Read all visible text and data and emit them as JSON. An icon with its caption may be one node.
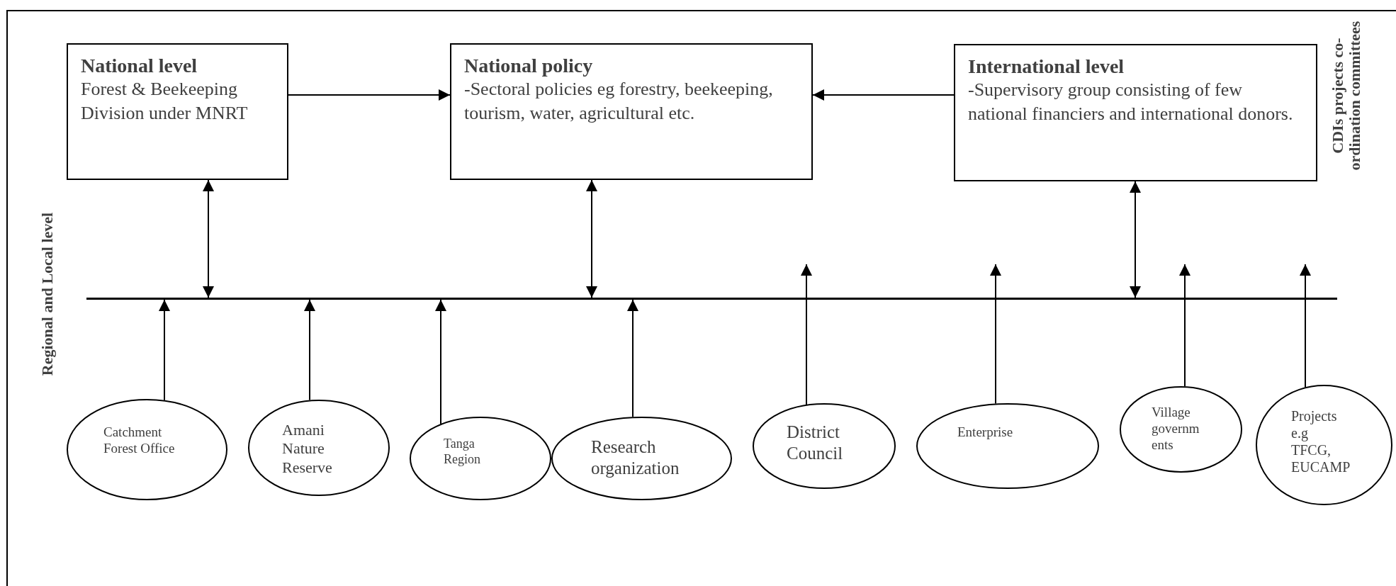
{
  "diagram": {
    "nodes": [
      {
        "text": [
          "National level",
          "Forest & Beekeeping Division under MNRT"
        ]
      },
      {
        "text": [
          "National policy",
          "-Sectoral policies eg forestry, beekeeping, tourism, water, agricultural etc."
        ]
      },
      {
        "text": [
          "International level",
          "-Supervisory group consisting of few national financiers and international donors."
        ]
      },
      {
        "text": [],
        "shape": "bar"
      },
      {
        "text": [
          "Catchment Forest Office"
        ]
      },
      {
        "text": [
          "Amani Nature Reserve"
        ]
      },
      {
        "text": [
          "Tanga Region"
        ]
      },
      {
        "text": [
          "Research organization"
        ]
      },
      {
        "text": [
          "District Council"
        ]
      },
      {
        "text": [
          "Enterprise"
        ]
      },
      {
        "text": [
          "Village governm ents"
        ]
      },
      {
        "text": [
          "Projects e.g TFCG, EUCAMP"
        ]
      }
    ],
    "edges": [
      {
        "from": 0,
        "to": 1,
        "arrow": "to"
      },
      {
        "from": 2,
        "to": 1,
        "arrow": "to"
      },
      {
        "from": 0,
        "to": 3,
        "arrow": "both"
      },
      {
        "from": 1,
        "to": 3,
        "arrow": "both"
      },
      {
        "from": 2,
        "to": 3,
        "arrow": "both"
      },
      {
        "from": 4,
        "to": 3,
        "arrow": "to"
      },
      {
        "from": 5,
        "to": 3,
        "arrow": "to"
      },
      {
        "from": 6,
        "to": 3,
        "arrow": "to"
      },
      {
        "from": 7,
        "to": 3,
        "arrow": "to"
      },
      {
        "from": 8,
        "to": 3,
        "arrow": "to"
      },
      {
        "from": 9,
        "to": 3,
        "arrow": "to"
      },
      {
        "from": 10,
        "to": 3,
        "arrow": "to"
      },
      {
        "from": 11,
        "to": 3,
        "arrow": "to"
      }
    ],
    "labels": [
      "CDIs projects co-ordination committees",
      "Regional and Local level"
    ]
  }
}
